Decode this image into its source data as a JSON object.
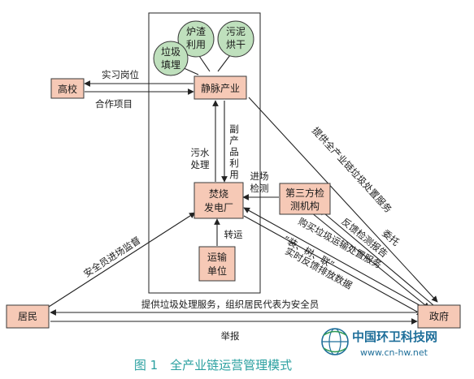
{
  "nodes": {
    "school": "高校",
    "venous_industry": "静脉产业",
    "incineration": [
      "焚烧",
      "发电厂"
    ],
    "transport_unit": [
      "运输",
      "单位"
    ],
    "third_party": [
      "第三方检",
      "测机构"
    ],
    "residents": "居民",
    "government": "政府",
    "slag": [
      "炉渣",
      "利用"
    ],
    "sludge": [
      "污泥",
      "烘干"
    ],
    "landfill": [
      "垃圾",
      "填埋"
    ]
  },
  "edges": {
    "internship": "实习岗位",
    "cooperation": "合作项目",
    "byproduct": [
      "副",
      "产",
      "品",
      "利",
      "用"
    ],
    "sewage": [
      "污水",
      "处理"
    ],
    "entry_inspection": [
      "进场",
      "检测"
    ],
    "transfer": "转运",
    "chain_service": "提供全产业链垃圾处置服务",
    "commission": "委托",
    "feedback_report": "反馈检测报告",
    "buy_service": "购买垃圾运输处置服务",
    "realtime": "实时反馈排放数据",
    "install_network": "“装、树、联”",
    "safety_supervise": "安全员进场监督",
    "provide_service": "提供垃圾处理服务，组织居民代表为安全员",
    "report": "举报"
  },
  "caption": "图 1　全产业链运营管理模式",
  "watermark": {
    "name": "中国环卫科技网",
    "url": "www.cn-hw.net"
  }
}
